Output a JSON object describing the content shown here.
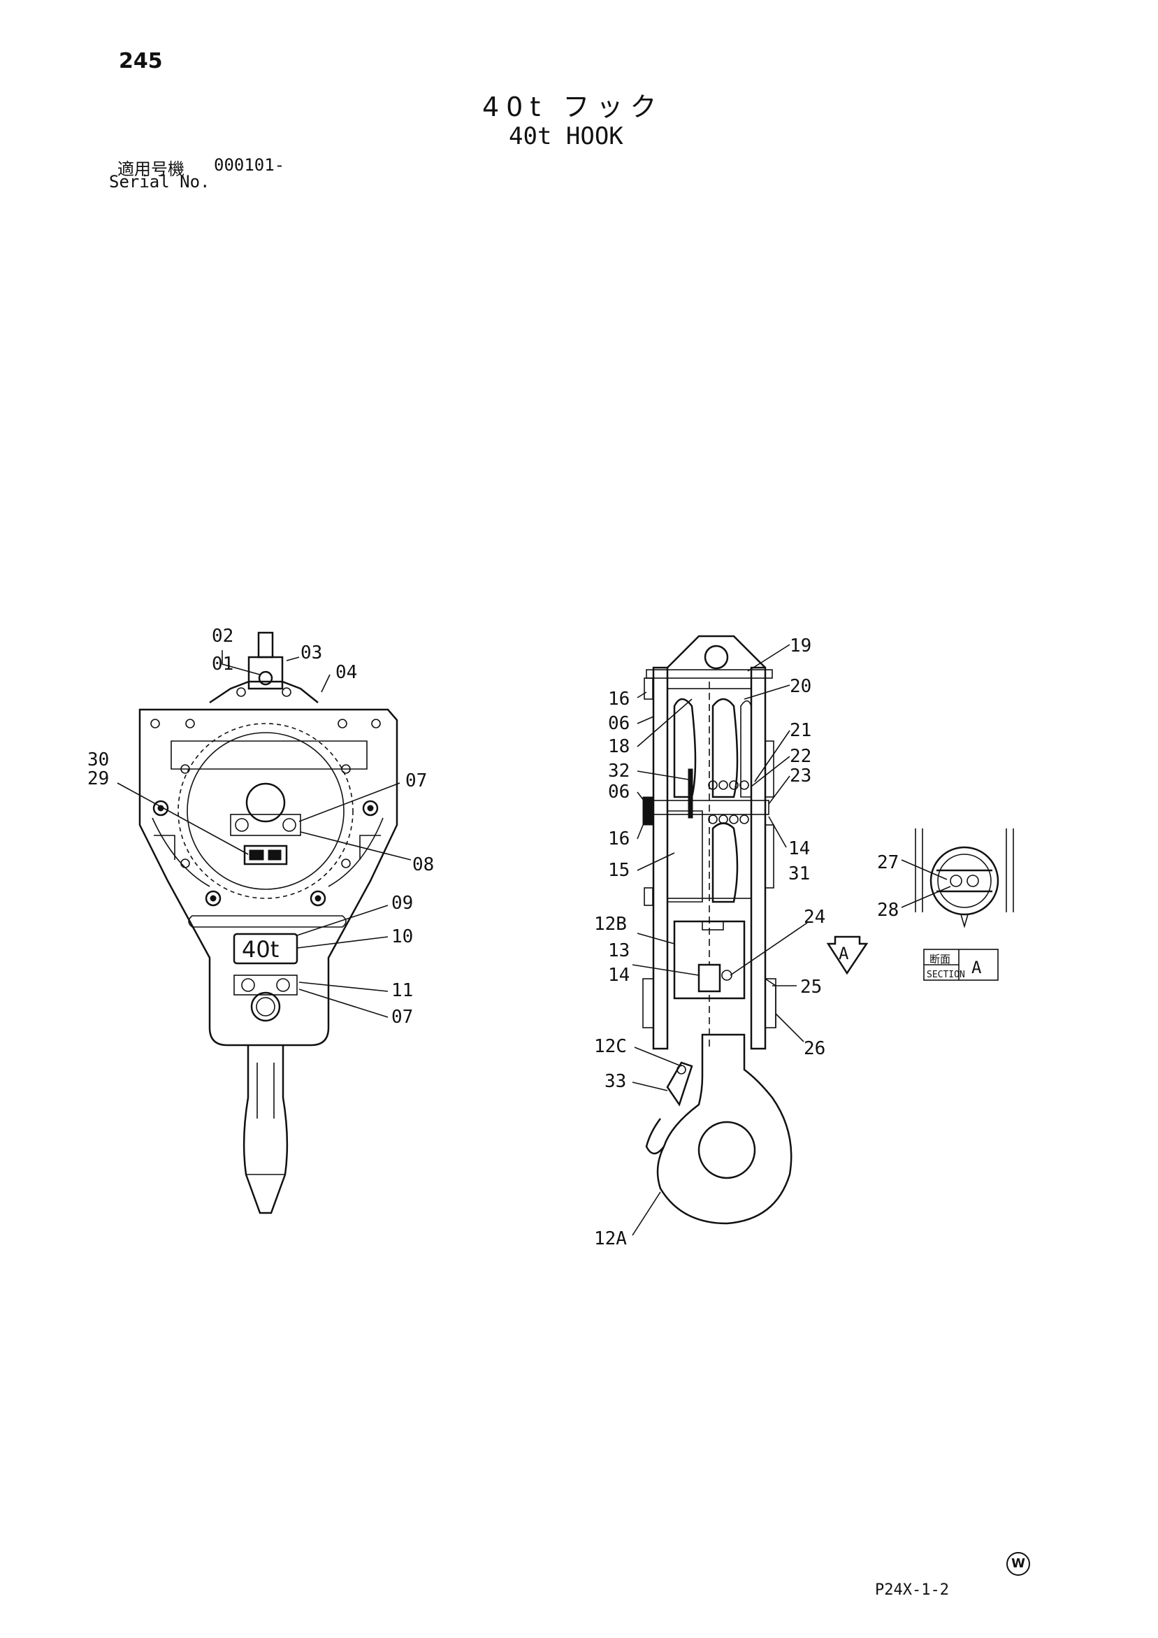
{
  "header": {
    "page_number": "245",
    "title_jp": "40t フック",
    "title_en": "40t HOOK",
    "serial_label_jp": "適用号機",
    "serial_value": "000101-",
    "serial_label_en": "Serial No."
  },
  "footer": {
    "code": "P24X-1-2",
    "mark": "W"
  },
  "front_view": {
    "plate_text": "40t",
    "callouts": [
      "02",
      "01",
      "03",
      "04",
      "30",
      "29",
      "07",
      "08",
      "09",
      "10",
      "11",
      "07"
    ]
  },
  "side_view": {
    "callouts": [
      "19",
      "16",
      "06",
      "20",
      "18",
      "21",
      "22",
      "32",
      "23",
      "06",
      "16",
      "14",
      "31",
      "15",
      "12B",
      "24",
      "13",
      "14",
      "25",
      "12C",
      "26",
      "33",
      "12A"
    ],
    "section_arrow_letter": "A"
  },
  "section_view": {
    "callouts": [
      "27",
      "28"
    ],
    "section_label_jp": "断面",
    "section_label_en": "SECTION",
    "section_letter": "A"
  }
}
